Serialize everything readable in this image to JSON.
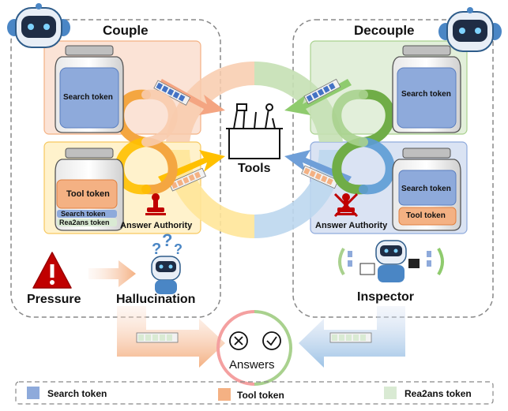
{
  "couple": {
    "title": "Couple",
    "search_token": "Search token",
    "tool_token": "Tool token",
    "search_token_small": "Search token",
    "rea2ans_token_small": "Rea2ans token",
    "answer_authority": "Answer Authority",
    "pressure": "Pressure",
    "hallucination": "Hallucination"
  },
  "decouple": {
    "title": "Decouple",
    "search_token": "Search token",
    "search_token_lower": "Search token",
    "tool_token": "Tool token",
    "answer_authority": "Answer Authority",
    "inspector": "Inspector"
  },
  "tools": {
    "label": "Tools"
  },
  "answers": {
    "label": "Answers"
  },
  "legend": {
    "search": "Search token",
    "tool": "Tool token",
    "rea2ans": "Rea2ans token"
  },
  "colors": {
    "search": "#8eaadb",
    "tool": "#f4b183",
    "rea2ans": "#d9ead3",
    "couple_top_bg": "#fbe3d6",
    "couple_bottom_bg": "#fff2cc",
    "decouple_top_bg": "#e2efda",
    "decouple_bottom_bg": "#dae3f3",
    "stamp_red": "#c00000"
  }
}
